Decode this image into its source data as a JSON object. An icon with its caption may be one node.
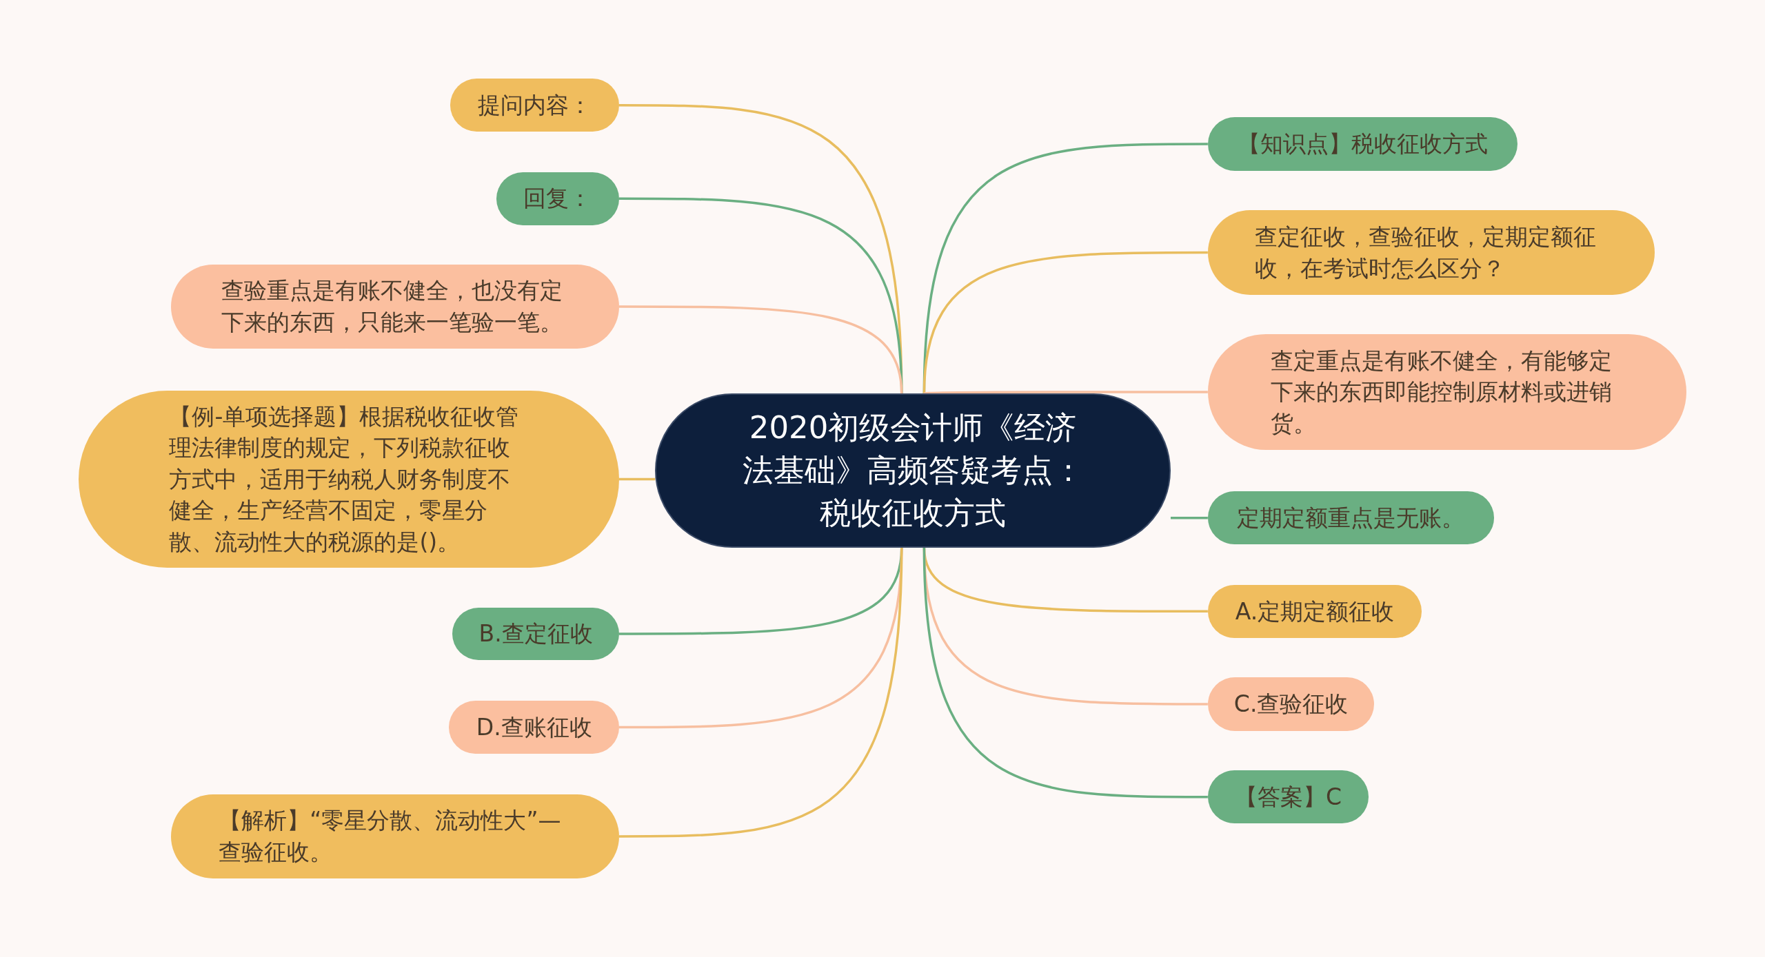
{
  "diagram": {
    "nodes": [
      {
        "text": [
          "2020初级会计师《经济法基础》高频答疑考点：税收征收方式"
        ]
      },
      {
        "text": [
          "提问内容："
        ]
      },
      {
        "text": [
          "回复："
        ]
      },
      {
        "text": [
          "查验重点是有账不健全，也没有定下来的东西，只能来一笔验一笔。"
        ]
      },
      {
        "text": [
          "【例-单项选择题】根据税收征收管理法律制度的规定，下列税款征收方式中，适用于纳税人财务制度不健全，生产经营不固定，零星分散、流动性大的税源的是()。"
        ]
      },
      {
        "text": [
          "B.查定征收"
        ]
      },
      {
        "text": [
          "D.查账征收"
        ]
      },
      {
        "text": [
          "【解析】“零星分散、流动性大”—查验征收。"
        ]
      },
      {
        "text": [
          "【知识点】税收征收方式"
        ]
      },
      {
        "text": [
          "查定征收，查验征收，定期定额征收，在考试时怎么区分？"
        ]
      },
      {
        "text": [
          "查定重点是有账不健全，有能够定下来的东西即能控制原材料或进销货。"
        ]
      },
      {
        "text": [
          "定期定额重点是无账。"
        ]
      },
      {
        "text": [
          "A.定期定额征收"
        ]
      },
      {
        "text": [
          "C.查验征收"
        ]
      },
      {
        "text": [
          "【答案】C"
        ]
      }
    ],
    "edges": [
      {
        "from": 0,
        "to": 1,
        "arrow": "none",
        "color": "#e8bd5f"
      },
      {
        "from": 0,
        "to": 2,
        "arrow": "none",
        "color": "#6aaf82"
      },
      {
        "from": 0,
        "to": 3,
        "arrow": "none",
        "color": "#f7bfa0"
      },
      {
        "from": 0,
        "to": 4,
        "arrow": "none",
        "color": "#e8bd5f"
      },
      {
        "from": 0,
        "to": 5,
        "arrow": "none",
        "color": "#6aaf82"
      },
      {
        "from": 0,
        "to": 6,
        "arrow": "none",
        "color": "#f7bfa0"
      },
      {
        "from": 0,
        "to": 7,
        "arrow": "none",
        "color": "#e8bd5f"
      },
      {
        "from": 0,
        "to": 8,
        "arrow": "none",
        "color": "#6aaf82"
      },
      {
        "from": 0,
        "to": 9,
        "arrow": "none",
        "color": "#e8bd5f"
      },
      {
        "from": 0,
        "to": 10,
        "arrow": "none",
        "color": "#f7bfa0"
      },
      {
        "from": 0,
        "to": 11,
        "arrow": "none",
        "color": "#6aaf82"
      },
      {
        "from": 0,
        "to": 12,
        "arrow": "none",
        "color": "#e8bd5f"
      },
      {
        "from": 0,
        "to": 13,
        "arrow": "none",
        "color": "#f7bfa0"
      },
      {
        "from": 0,
        "to": 14,
        "arrow": "none",
        "color": "#6aaf82"
      }
    ]
  }
}
